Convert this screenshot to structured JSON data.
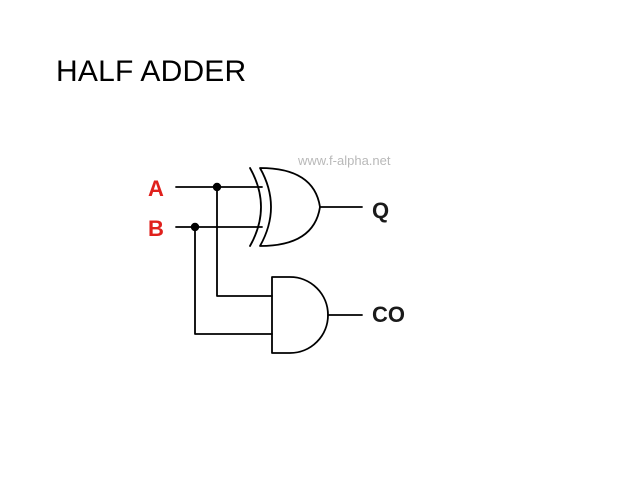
{
  "slide": {
    "title": "HALF ADDER"
  },
  "diagram": {
    "watermark": "www.f-alpha.net",
    "inputs": {
      "a": "A",
      "b": "B"
    },
    "outputs": {
      "sum": "Q",
      "carry": "CO"
    },
    "gates": {
      "sum_gate": "XOR",
      "carry_gate": "AND"
    },
    "colors": {
      "input_label": "#e0201c",
      "output_label": "#1a1a1a",
      "wire": "#000000",
      "watermark": "#b9b9b9"
    }
  }
}
